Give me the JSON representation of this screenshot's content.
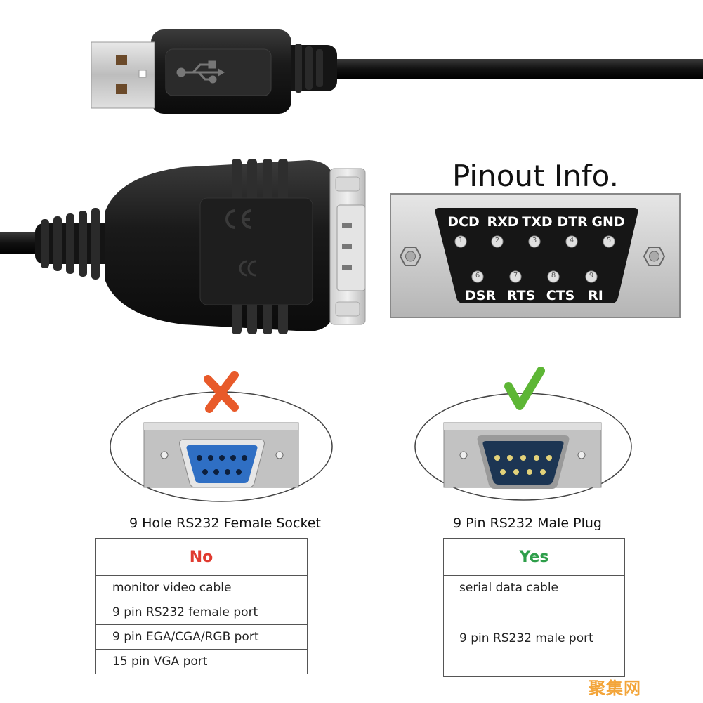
{
  "pinout": {
    "title": "Pinout Info.",
    "top_row": [
      {
        "num": "1",
        "label": "DCD"
      },
      {
        "num": "2",
        "label": "RXD"
      },
      {
        "num": "3",
        "label": "TXD"
      },
      {
        "num": "4",
        "label": "DTR"
      },
      {
        "num": "5",
        "label": "GND"
      }
    ],
    "bottom_row": [
      {
        "num": "6",
        "label": "DSR"
      },
      {
        "num": "7",
        "label": "RTS"
      },
      {
        "num": "8",
        "label": "CTS"
      },
      {
        "num": "9",
        "label": "RI"
      }
    ]
  },
  "female": {
    "caption": "9 Hole RS232 Female Socket",
    "header": "No",
    "rows": [
      "monitor video cable",
      "9 pin RS232 female port",
      "9 pin EGA/CGA/RGB port",
      "15 pin VGA port"
    ]
  },
  "male": {
    "caption": "9 Pin RS232 Male Plug",
    "header": "Yes",
    "rows": [
      "serial data cable",
      "9 pin RS232 male port"
    ]
  },
  "watermark": "聚集网",
  "colors": {
    "no": "#e03a2f",
    "yes": "#2e9e4a",
    "connector_female": "#2f6fc4",
    "connector_male": "#1c3553",
    "watermark": "#f3a53a"
  },
  "icons": [
    "usb-icon",
    "cross-mark-icon",
    "check-mark-icon",
    "hex-nut-icon",
    "ce-mark-icon",
    "fcc-mark-icon"
  ]
}
